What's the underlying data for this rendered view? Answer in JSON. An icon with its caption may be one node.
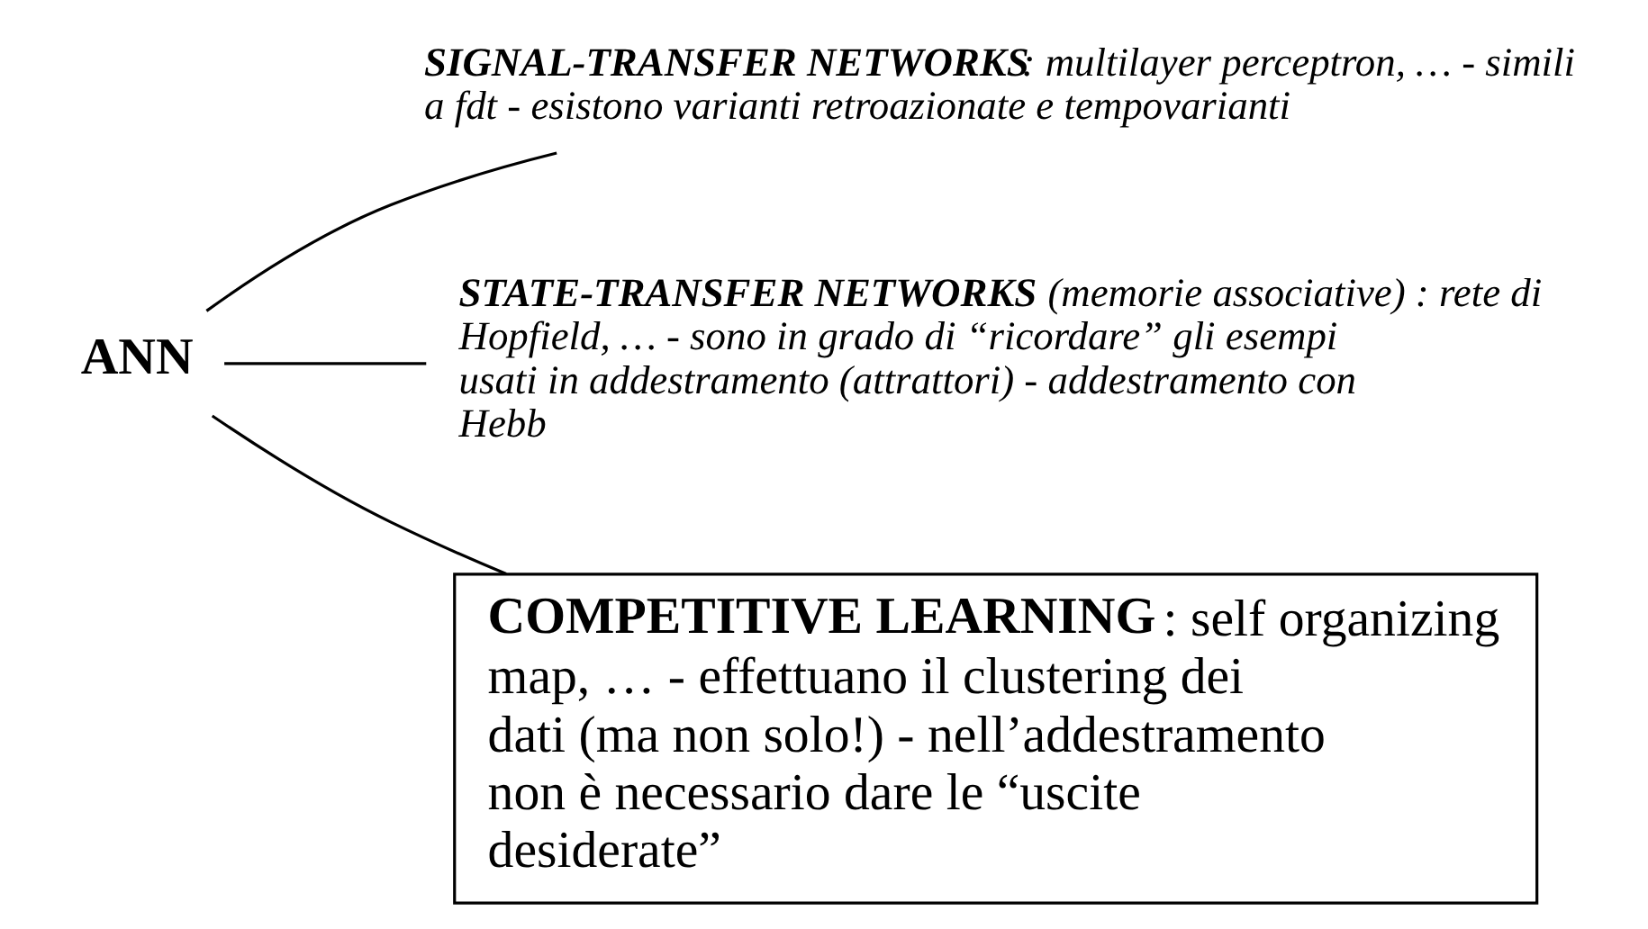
{
  "diagram": {
    "nodes": [
      {
        "text": [
          "ANN"
        ]
      },
      {
        "text": [
          "**SIGNAL-TRANSFER NETWORKS**: multilayer perceptron, … - simili a fdt - esistono varianti retroazionate e tempovarianti"
        ]
      },
      {
        "text": [
          "**STATE-TRANSFER NETWORKS** (memorie associative) : rete di Hopfield, … - sono in grado di “ricordare” gli esempi usati in addestramento (attrattori) - addestramento con Hebb"
        ]
      },
      {
        "text": [
          "**COMPETITIVE LEARNING**: self organizing map, … - effettuano il clustering dei dati (ma non solo!) - nell’addestramento non è necessario dare le “uscite desiderate”"
        ]
      }
    ],
    "edges": [
      {
        "from": 0,
        "to": 1,
        "arrow": "none"
      },
      {
        "from": 0,
        "to": 2,
        "arrow": "none"
      },
      {
        "from": 0,
        "to": 3,
        "arrow": "none"
      }
    ]
  }
}
